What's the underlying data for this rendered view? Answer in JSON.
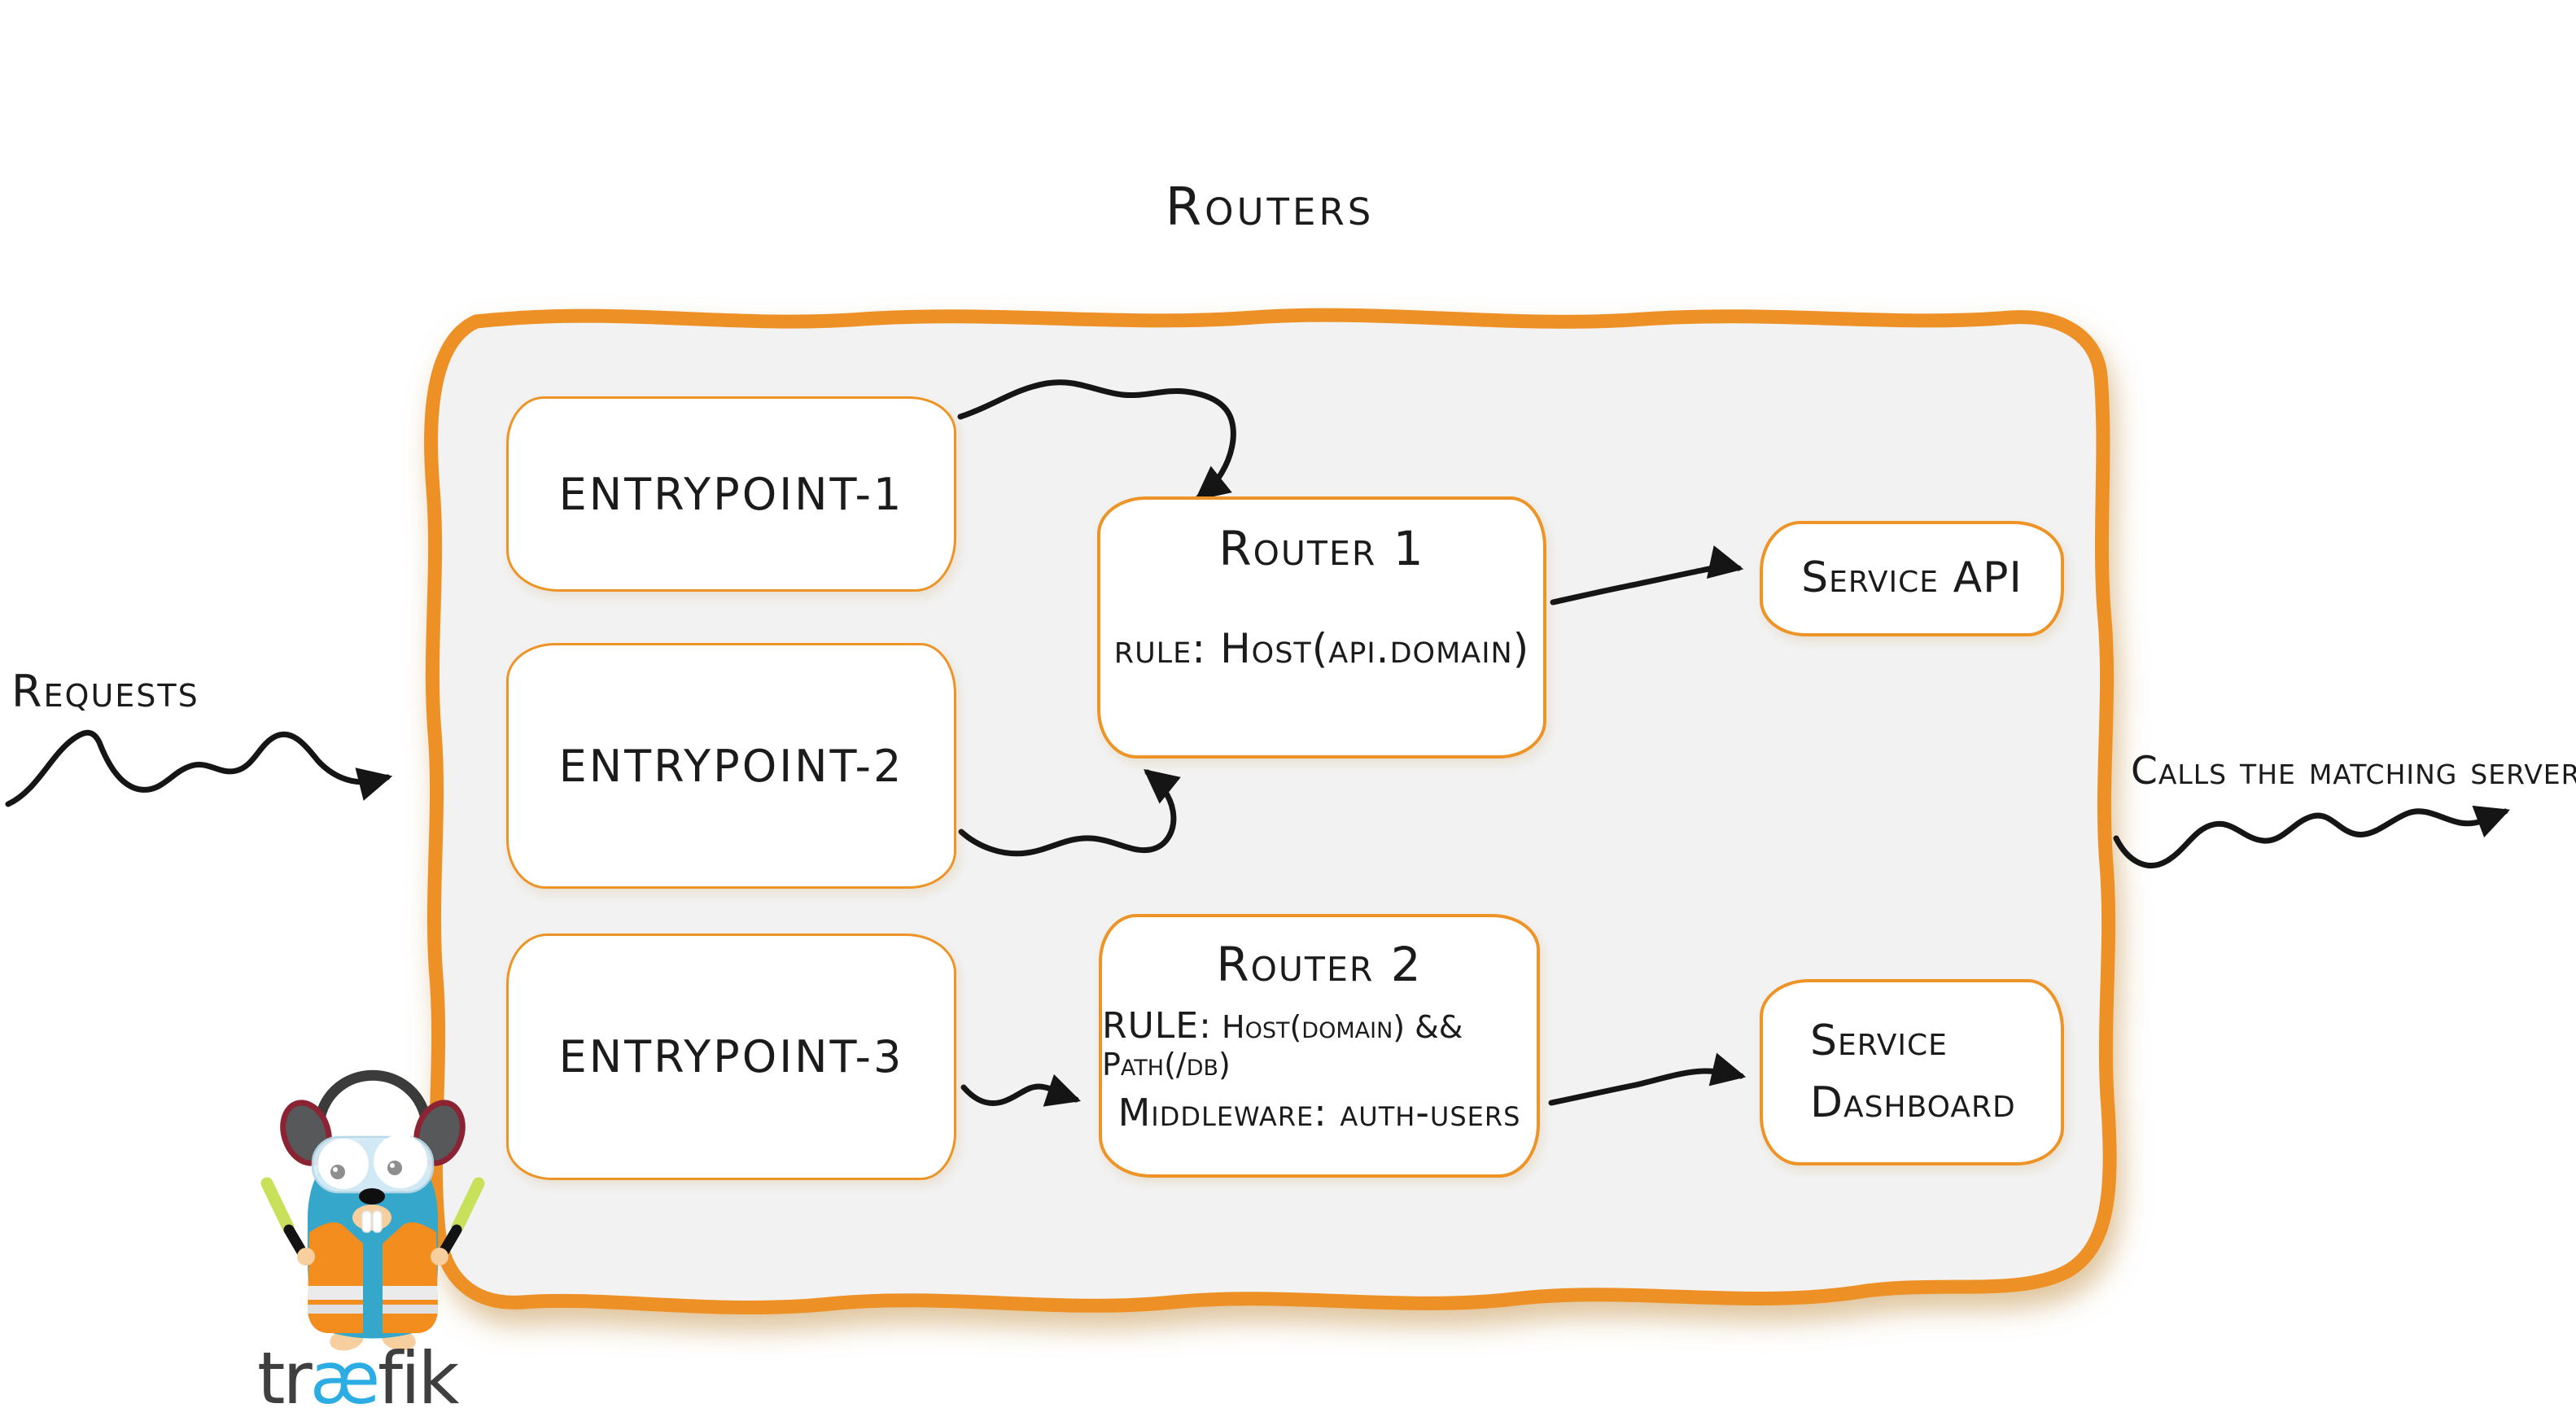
{
  "title": "Routers",
  "labels": {
    "requests": "Requests",
    "calls": "Calls the matching server"
  },
  "entrypoints": [
    {
      "label": "entrypoint-1"
    },
    {
      "label": "entrypoint-2"
    },
    {
      "label": "entrypoint-3"
    }
  ],
  "routers": [
    {
      "title": "Router 1",
      "rule_label": "rule:",
      "rule_value": "Host(api.domain)"
    },
    {
      "title": "Router 2",
      "rule_label": "RULE:",
      "rule_value": "Host(domain) && Path(/db)",
      "middleware_label": "Middleware:",
      "middleware_value": "auth-users"
    }
  ],
  "services": [
    {
      "line1": "Service API"
    },
    {
      "line1": "Service",
      "line2": "Dashboard"
    }
  ],
  "brand": {
    "pre": "tr",
    "mid": "æ",
    "post": "fik"
  },
  "icons": {
    "mascot": "traefik-gopher-mascot"
  },
  "colors": {
    "container_border": "#ED9126",
    "container_fill": "#F2F2F2",
    "box_border": "#EE9426",
    "ink": "#1b1b1b",
    "arrow": "#151515",
    "shadow_tan": "#C08A3E",
    "gopher_blue": "#34A7CA",
    "vest_orange": "#F28D1E",
    "stick_green": "#C8E15B",
    "brand_gray": "#3F3F3F",
    "brand_blue": "#2BACE3"
  }
}
